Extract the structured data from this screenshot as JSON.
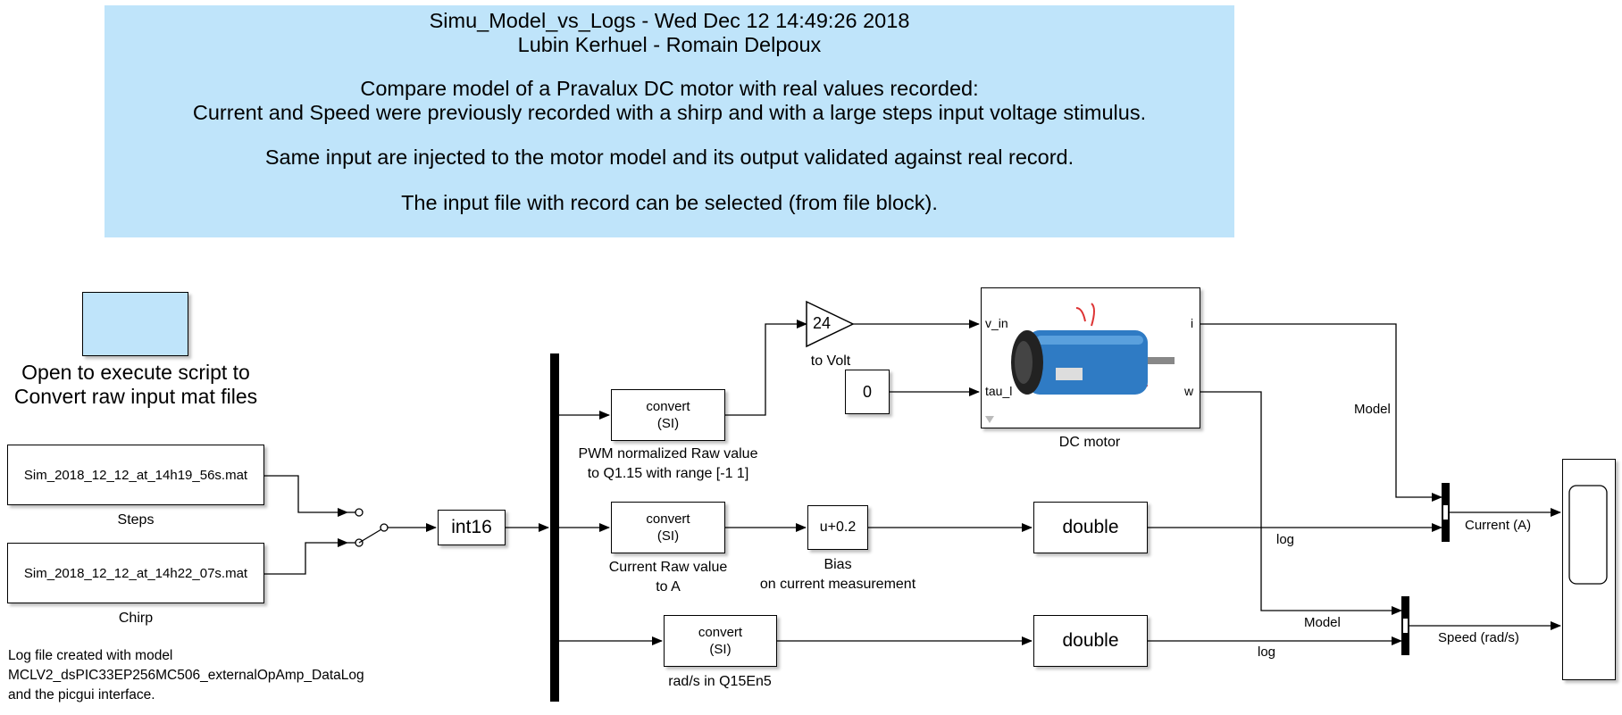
{
  "annotation": {
    "title": "Simu_Model_vs_Logs - Wed Dec 12 14:49:26 2018",
    "authors": "Lubin Kerhuel - Romain Delpoux",
    "line1": "Compare model of a Pravalux DC motor with real values recorded:",
    "line2": "Current and Speed were previously recorded with a shirp and with a large steps input voltage stimulus.",
    "line3": "Same input are injected to the motor model and its output validated against real record.",
    "line4": "The input file with record can be selected (from file block)."
  },
  "script_block": {
    "label_line1": "Open to execute script to",
    "label_line2": "Convert raw input mat files",
    "color": "#bfe4fa"
  },
  "from_file_steps": {
    "text": "Sim_2018_12_12_at_14h19_56s.mat",
    "label": "Steps"
  },
  "from_file_chirp": {
    "text": "Sim_2018_12_12_at_14h22_07s.mat",
    "label": "Chirp"
  },
  "log_note": {
    "line1": "Log file created with model",
    "line2": "MCLV2_dsPIC33EP256MC506_externalOpAmp_DataLog",
    "line3": "and the picgui interface."
  },
  "int16_block": {
    "text": "int16"
  },
  "convert_pwm": {
    "line1": "convert",
    "line2": "(SI)",
    "label1": "PWM normalized Raw value",
    "label2": "to Q1.15 with range [-1 1]"
  },
  "convert_current": {
    "line1": "convert",
    "line2": "(SI)",
    "label1": "Current Raw value",
    "label2": "to A"
  },
  "convert_speed": {
    "line1": "convert",
    "line2": "(SI)",
    "label1": "rad/s in Q15En5"
  },
  "gain_block": {
    "value": "24",
    "label": "to Volt"
  },
  "const_block": {
    "value": "0"
  },
  "bias_block": {
    "text": "u+0.2",
    "label1": "Bias",
    "label2": "on current measurement"
  },
  "double_current": {
    "text": "double"
  },
  "double_speed": {
    "text": "double"
  },
  "dc_motor": {
    "label": "DC motor",
    "in1": "v_in",
    "in2": "tau_l",
    "out1": "i",
    "out2": "w",
    "motor_color": "#2f7bc4"
  },
  "signals": {
    "model_current": "Model",
    "log_current": "log",
    "current_out": "Current (A)",
    "model_speed": "Model",
    "log_speed": "log",
    "speed_out": "Speed (rad/s)"
  }
}
